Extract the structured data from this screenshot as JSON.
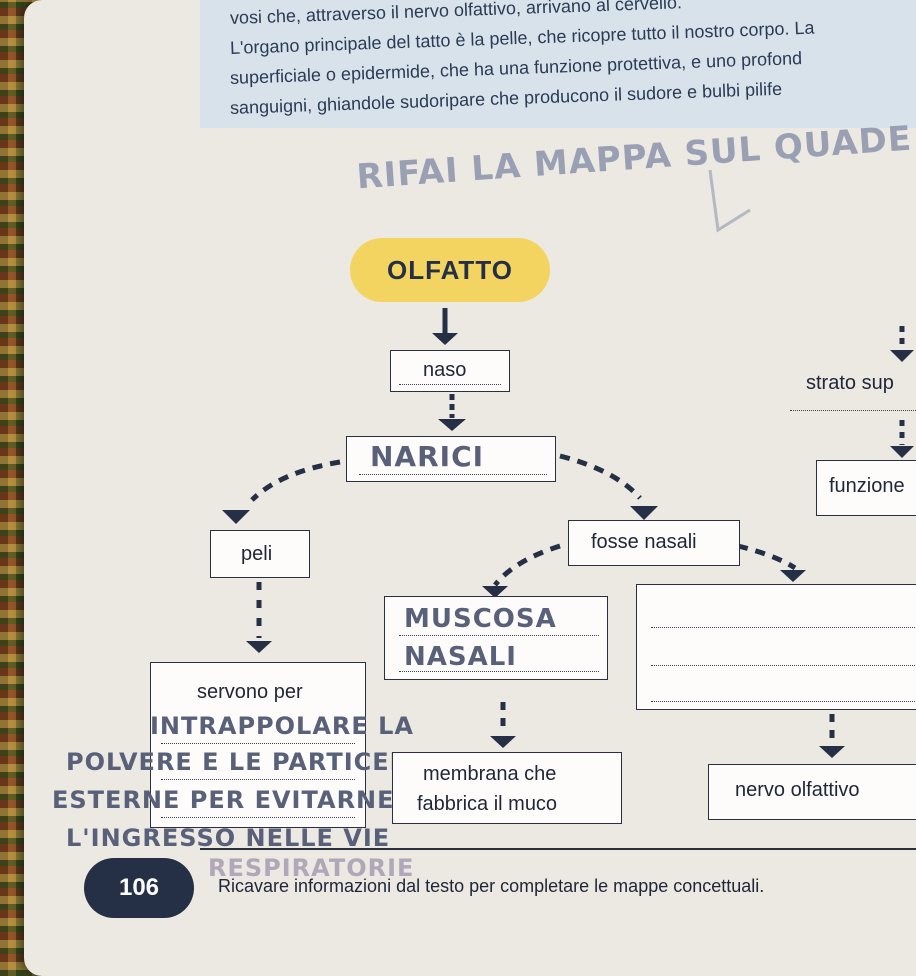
{
  "book_text": [
    "vosi che, attraverso il nervo olfattivo, arrivano al cervello.",
    "L'organo principale del tatto è la pelle, che ricopre tutto il nostro corpo. La",
    "superficiale o epidermide, che ha una funzione protettiva, e uno profond",
    "sanguigni, ghiandole sudoripare che producono il sudore e bulbi pilife"
  ],
  "handwriting": {
    "instruction": "RIFAI LA MAPPA SUL QUADE",
    "narici": "NARICI",
    "muscosa": "MUSCOSA",
    "nasali": "NASALI",
    "peli_answer": [
      "INTRAPPOLARE LA",
      "POLVERE E LE PARTICELLE",
      "ESTERNE PER EVITARNE",
      "L'INGRESSO NELLE VIE",
      "RESPIRATORIE"
    ]
  },
  "map": {
    "root": "OLFATTO",
    "naso": "naso",
    "peli": "peli",
    "fosse": "fosse nasali",
    "servono": "servono per",
    "membrana_1": "membrana che",
    "membrana_2": "fabbrica il muco",
    "nervo": "nervo olfattivo",
    "strato": "strato sup",
    "funzione": "funzione"
  },
  "footer": {
    "page_number": "106",
    "caption": "Ricavare informazioni dal testo per completare le mappe concettuali."
  },
  "colors": {
    "ink": "#253047",
    "pill": "#f3d460",
    "text_block": "#d8e2ea",
    "pencil": "#9aa0b4"
  }
}
